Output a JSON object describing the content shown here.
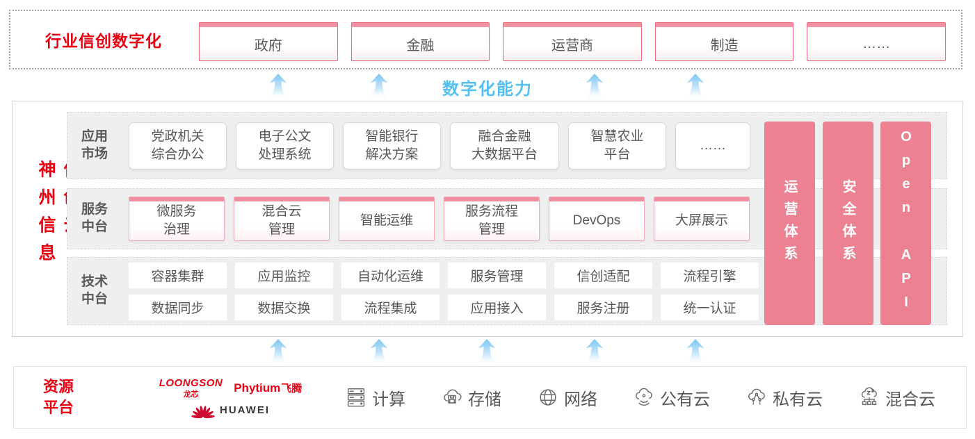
{
  "colors": {
    "brand_red": "#e60012",
    "pink_bar": "#ec8191",
    "pink_border": "#e9677f",
    "capability_blue": "#53c0f0",
    "text_gray": "#595757"
  },
  "industry_banner": {
    "label": "行业信创数字化",
    "items": [
      "政府",
      "金融",
      "运营商",
      "制造",
      "……"
    ]
  },
  "capability_label": "数字化能力",
  "platform": {
    "vertical_title": "神州信息信创云",
    "rows": [
      {
        "label": "应用\n市场",
        "items": [
          "党政机关\n综合办公",
          "电子公文\n处理系统",
          "智能银行\n解决方案",
          "融合金融\n大数据平台",
          "智慧农业\n平台",
          "……"
        ]
      },
      {
        "label": "服务\n中台",
        "items": [
          "微服务\n治理",
          "混合云\n管理",
          "智能运维",
          "服务流程\n管理",
          "DevOps",
          "大屏展示"
        ]
      },
      {
        "label": "技术\n中台",
        "items_row1": [
          "容器集群",
          "应用监控",
          "自动化运维",
          "服务管理",
          "信创适配",
          "流程引擎"
        ],
        "items_row2": [
          "数据同步",
          "数据交换",
          "流程集成",
          "应用接入",
          "服务注册",
          "统一认证"
        ]
      }
    ],
    "side_bars": [
      "运营体系",
      "安全体系",
      "Open API"
    ]
  },
  "resources": {
    "label": "资源\n平台",
    "logos": {
      "loongson": "LOONGSON",
      "loongson_cn": "龙芯",
      "phytium": "Phytium",
      "phytium_cn": "飞腾",
      "huawei": "HUAWEI"
    },
    "items": [
      {
        "icon": "compute-icon",
        "label": "计算"
      },
      {
        "icon": "storage-icon",
        "label": "存储"
      },
      {
        "icon": "network-icon",
        "label": "网络"
      },
      {
        "icon": "public-cloud-icon",
        "label": "公有云"
      },
      {
        "icon": "private-cloud-icon",
        "label": "私有云"
      },
      {
        "icon": "hybrid-cloud-icon",
        "label": "混合云"
      }
    ]
  }
}
